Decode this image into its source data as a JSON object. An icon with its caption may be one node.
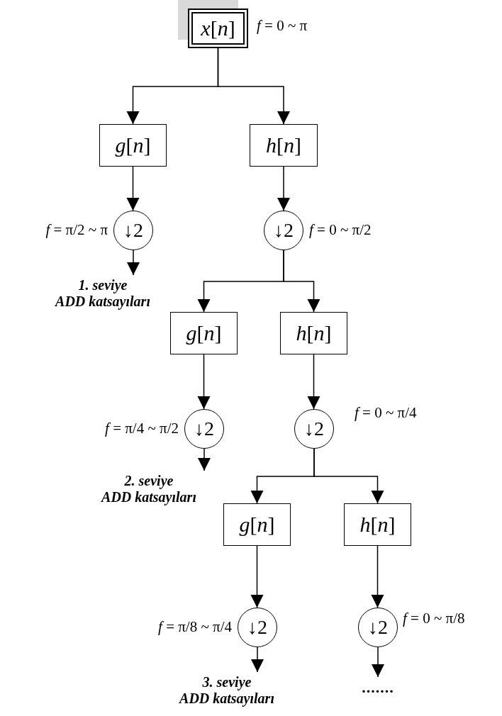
{
  "diagram": {
    "nodes": [
      {
        "text": [
          "*x*[*n*]"
        ],
        "beside": [
          "*f* = 0 ~ π"
        ]
      },
      {
        "text": [
          "*g*[*n*]"
        ]
      },
      {
        "text": [
          "*h*[*n*]"
        ]
      },
      {
        "text": [
          "↓2"
        ],
        "beside": [
          "*f* = π/2 ~ π"
        ]
      },
      {
        "text": [
          "↓2"
        ],
        "beside": [
          "*f* = 0 ~ π/2"
        ]
      },
      {
        "text": [
          "1. seviye",
          "ADD katsayıları"
        ]
      },
      {
        "text": [
          "*g*[*n*]"
        ]
      },
      {
        "text": [
          "*h*[*n*]"
        ]
      },
      {
        "text": [
          "↓2"
        ],
        "beside": [
          "*f* = π/4 ~ π/2"
        ]
      },
      {
        "text": [
          "↓2"
        ],
        "beside": [
          "*f* = 0 ~ π/4"
        ]
      },
      {
        "text": [
          "2. seviye",
          "ADD katsayıları"
        ]
      },
      {
        "text": [
          "*g*[*n*]"
        ]
      },
      {
        "text": [
          "*h*[*n*]"
        ]
      },
      {
        "text": [
          "↓2"
        ],
        "beside": [
          "*f* = π/8 ~ π/4"
        ]
      },
      {
        "text": [
          "↓2"
        ],
        "beside": [
          "*f* = 0 ~ π/8"
        ]
      },
      {
        "text": [
          "3. seviye",
          "ADD katsayıları"
        ]
      },
      {
        "text": [
          "......."
        ]
      }
    ],
    "edges": [
      {
        "from": 0,
        "to": 1,
        "arrow": "to"
      },
      {
        "from": 0,
        "to": 2,
        "arrow": "to"
      },
      {
        "from": 1,
        "to": 3,
        "arrow": "to"
      },
      {
        "from": 2,
        "to": 4,
        "arrow": "to"
      },
      {
        "from": 3,
        "to": 5,
        "arrow": "to"
      },
      {
        "from": 4,
        "to": 6,
        "arrow": "to"
      },
      {
        "from": 4,
        "to": 7,
        "arrow": "to"
      },
      {
        "from": 6,
        "to": 8,
        "arrow": "to"
      },
      {
        "from": 7,
        "to": 9,
        "arrow": "to"
      },
      {
        "from": 8,
        "to": 10,
        "arrow": "to"
      },
      {
        "from": 9,
        "to": 11,
        "arrow": "to"
      },
      {
        "from": 9,
        "to": 12,
        "arrow": "to"
      },
      {
        "from": 11,
        "to": 13,
        "arrow": "to"
      },
      {
        "from": 12,
        "to": 14,
        "arrow": "to"
      },
      {
        "from": 13,
        "to": 15,
        "arrow": "to"
      },
      {
        "from": 14,
        "to": 16,
        "arrow": "to"
      }
    ]
  }
}
